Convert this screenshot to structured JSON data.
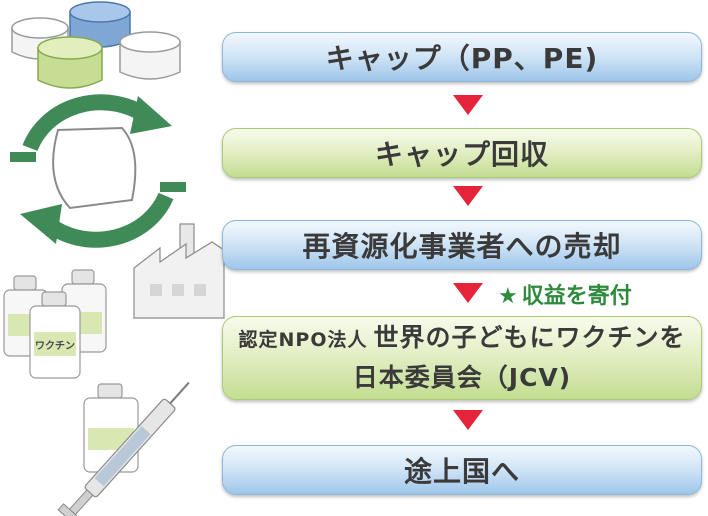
{
  "steps": {
    "cap": "キャップ（PP、PE)",
    "collect": "キャップ回収",
    "sell": "再資源化事業者への売却",
    "org_prefix": "認定NPO法人",
    "org_line1": "世界の子どもにワクチンを",
    "org_line2": "日本委員会（JCV)",
    "dest": "途上国へ"
  },
  "donation": {
    "star": "★",
    "label": "収益を寄付"
  },
  "bottle_label": "ワクチン",
  "colors": {
    "arrow": "#e5243b",
    "blue_box": "#b8d6f0",
    "green_box": "#d6e8ad",
    "recycle": "#3f8a57",
    "donation_text": "#2e8a3c"
  },
  "icons": [
    "bottle-caps-icon",
    "recycle-arrows-icon",
    "factory-icon",
    "vaccine-bottles-icon",
    "syringe-icon"
  ]
}
